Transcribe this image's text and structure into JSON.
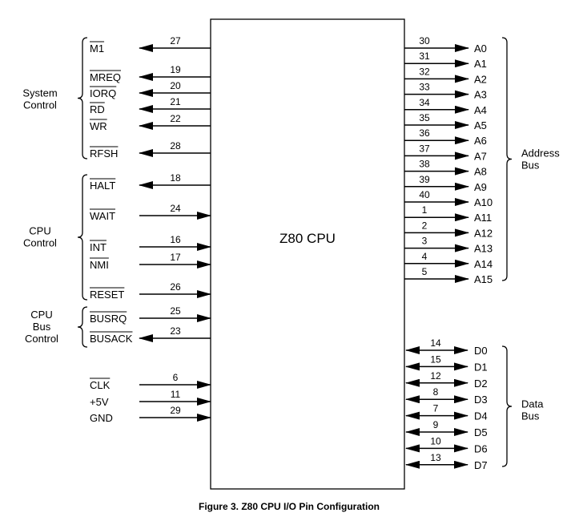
{
  "chip": {
    "label": "Z80 CPU"
  },
  "caption": "Figure 3. Z80 CPU I/O Pin Configuration",
  "left_groups": [
    {
      "label": [
        "System",
        "Control"
      ]
    },
    {
      "label": [
        "CPU",
        "Control"
      ]
    },
    {
      "label": [
        "CPU",
        "Bus",
        "Control"
      ]
    }
  ],
  "right_groups": [
    {
      "label": [
        "Address",
        "Bus"
      ]
    },
    {
      "label": [
        "Data",
        "Bus"
      ]
    }
  ],
  "left_pins": [
    {
      "name": "M1",
      "pin": "27",
      "dir": "out",
      "active_low": true
    },
    {
      "name": "MREQ",
      "pin": "19",
      "dir": "out",
      "active_low": true
    },
    {
      "name": "IORQ",
      "pin": "20",
      "dir": "out",
      "active_low": true
    },
    {
      "name": "RD",
      "pin": "21",
      "dir": "out",
      "active_low": true
    },
    {
      "name": "WR",
      "pin": "22",
      "dir": "out",
      "active_low": true
    },
    {
      "name": "RFSH",
      "pin": "28",
      "dir": "out",
      "active_low": true
    },
    {
      "name": "HALT",
      "pin": "18",
      "dir": "out",
      "active_low": true
    },
    {
      "name": "WAIT",
      "pin": "24",
      "dir": "in",
      "active_low": true
    },
    {
      "name": "INT",
      "pin": "16",
      "dir": "in",
      "active_low": true
    },
    {
      "name": "NMI",
      "pin": "17",
      "dir": "in",
      "active_low": true
    },
    {
      "name": "RESET",
      "pin": "26",
      "dir": "in",
      "active_low": true
    },
    {
      "name": "BUSRQ",
      "pin": "25",
      "dir": "in",
      "active_low": true
    },
    {
      "name": "BUSACK",
      "pin": "23",
      "dir": "out",
      "active_low": true
    },
    {
      "name": "CLK",
      "pin": "6",
      "dir": "in",
      "active_low": true
    },
    {
      "name": "+5V",
      "pin": "11",
      "dir": "in",
      "active_low": false
    },
    {
      "name": "GND",
      "pin": "29",
      "dir": "in",
      "active_low": false
    }
  ],
  "address_pins": [
    {
      "name": "A0",
      "pin": "30"
    },
    {
      "name": "A1",
      "pin": "31"
    },
    {
      "name": "A2",
      "pin": "32"
    },
    {
      "name": "A3",
      "pin": "33"
    },
    {
      "name": "A4",
      "pin": "34"
    },
    {
      "name": "A5",
      "pin": "35"
    },
    {
      "name": "A6",
      "pin": "36"
    },
    {
      "name": "A7",
      "pin": "37"
    },
    {
      "name": "A8",
      "pin": "38"
    },
    {
      "name": "A9",
      "pin": "39"
    },
    {
      "name": "A10",
      "pin": "40"
    },
    {
      "name": "A11",
      "pin": "1"
    },
    {
      "name": "A12",
      "pin": "2"
    },
    {
      "name": "A13",
      "pin": "3"
    },
    {
      "name": "A14",
      "pin": "4"
    },
    {
      "name": "A15",
      "pin": "5"
    }
  ],
  "data_pins": [
    {
      "name": "D0",
      "pin": "14"
    },
    {
      "name": "D1",
      "pin": "15"
    },
    {
      "name": "D2",
      "pin": "12"
    },
    {
      "name": "D3",
      "pin": "8"
    },
    {
      "name": "D4",
      "pin": "7"
    },
    {
      "name": "D5",
      "pin": "9"
    },
    {
      "name": "D6",
      "pin": "10"
    },
    {
      "name": "D7",
      "pin": "13"
    }
  ]
}
